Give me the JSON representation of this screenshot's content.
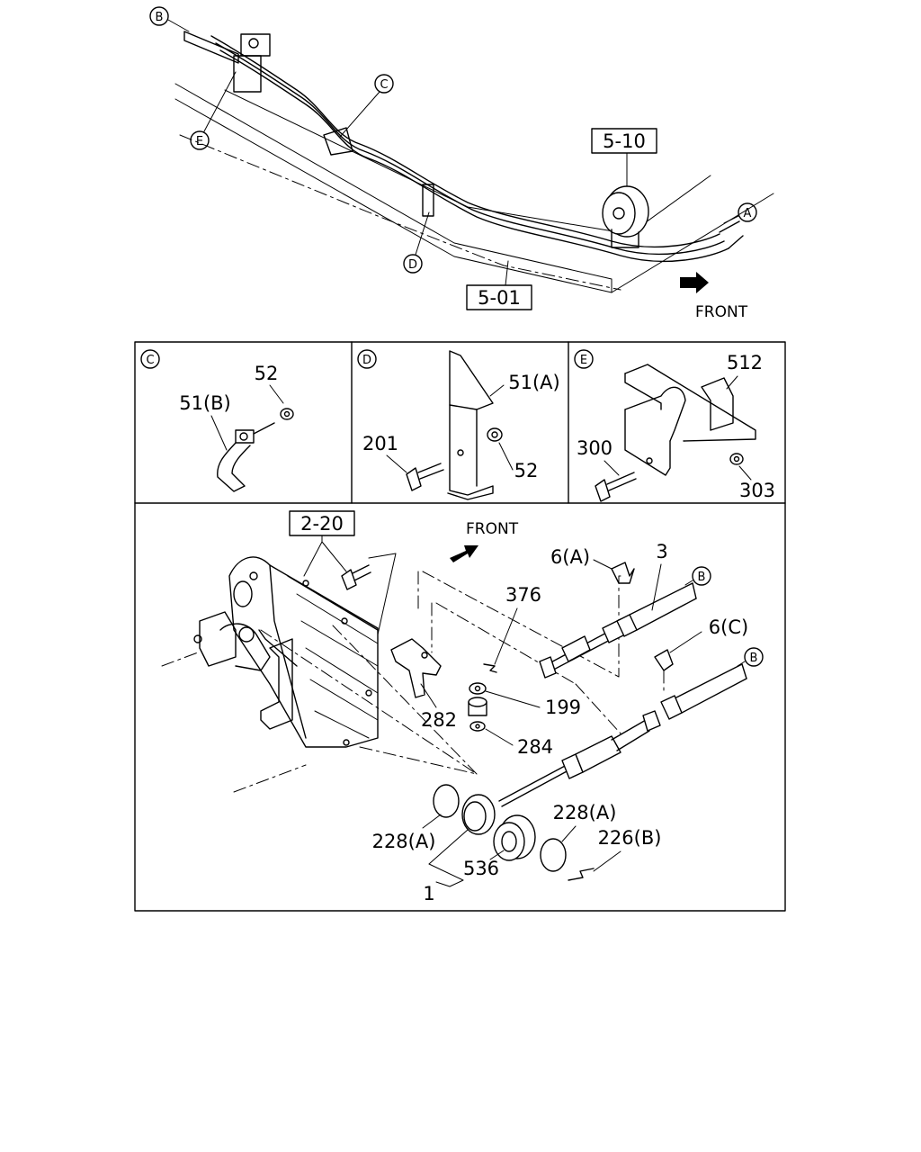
{
  "top": {
    "callouts": [
      "B",
      "C",
      "E",
      "D",
      "A"
    ],
    "refs": [
      "5-10",
      "5-01"
    ],
    "front": "FRONT"
  },
  "panels": {
    "c": {
      "tag": "C",
      "labels": [
        "52",
        "51(B)"
      ]
    },
    "d": {
      "tag": "D",
      "labels": [
        "51(A)",
        "201",
        "52"
      ]
    },
    "e": {
      "tag": "E",
      "labels": [
        "512",
        "300",
        "303"
      ]
    }
  },
  "bottom": {
    "ref": "2-20",
    "front": "FRONT",
    "callouts": [
      "B",
      "B"
    ],
    "labels": [
      "6(A)",
      "3",
      "376",
      "6(C)",
      "199",
      "282",
      "284",
      "228(A)",
      "228(A)",
      "226(B)",
      "536",
      "1"
    ]
  }
}
